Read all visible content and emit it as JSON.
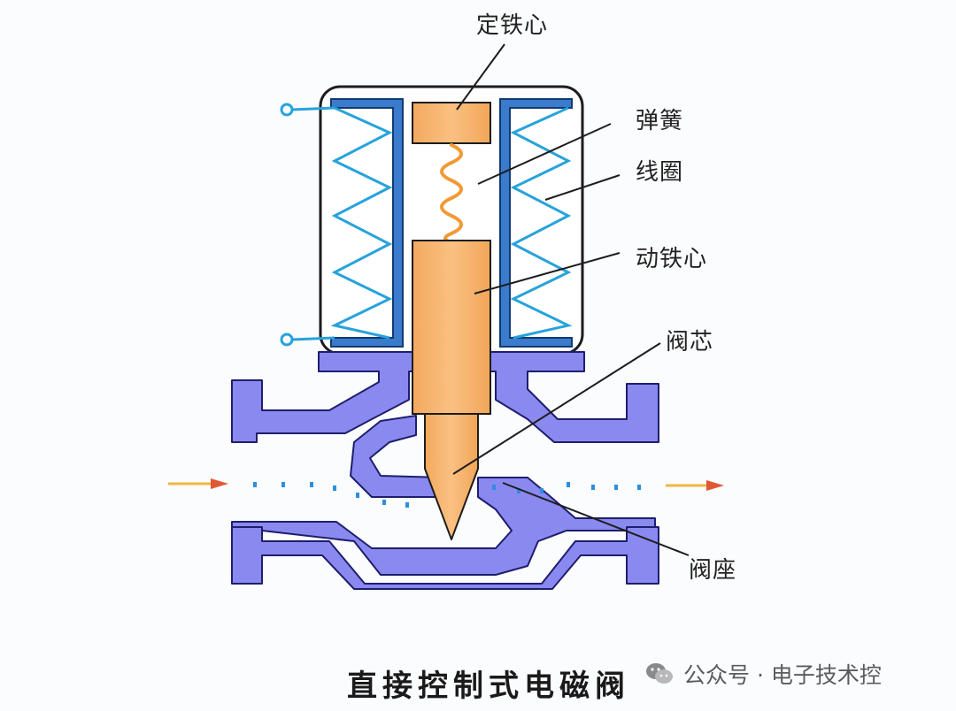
{
  "labels": {
    "fixed_core": "定铁心",
    "spring": "弹簧",
    "coil": "线圈",
    "moving_core": "动铁心",
    "valve_core": "阀芯",
    "valve_seat": "阀座"
  },
  "caption": "直接控制式电磁阀",
  "watermark": "公众号 · 电子技术控",
  "colors": {
    "body": "#8a89ef",
    "core": "#f7b06c",
    "coil": "#2aa6dc",
    "housing": "#3877c8",
    "flow_arrow": "#e15733",
    "flow_dots": "#2c8ee0"
  }
}
